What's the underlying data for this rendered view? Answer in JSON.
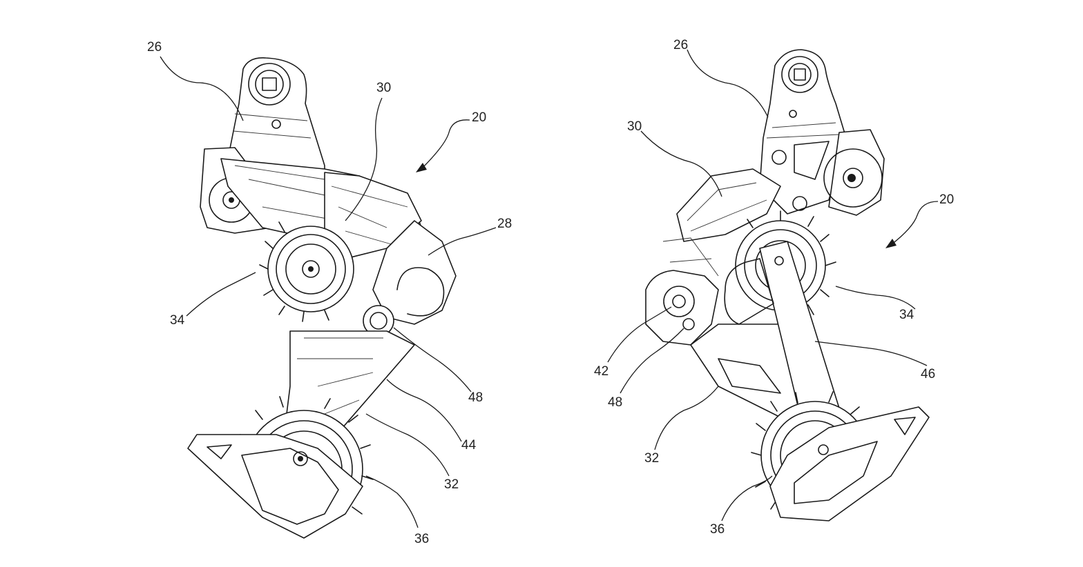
{
  "figures": [
    {
      "id": "left-view",
      "labels": [
        "26",
        "30",
        "20",
        "28",
        "34",
        "48",
        "44",
        "32",
        "36"
      ]
    },
    {
      "id": "right-view",
      "labels": [
        "26",
        "30",
        "20",
        "34",
        "46",
        "42",
        "48",
        "32",
        "36"
      ]
    }
  ],
  "colors": {
    "line": "#1a1a1a",
    "background": "#ffffff"
  }
}
